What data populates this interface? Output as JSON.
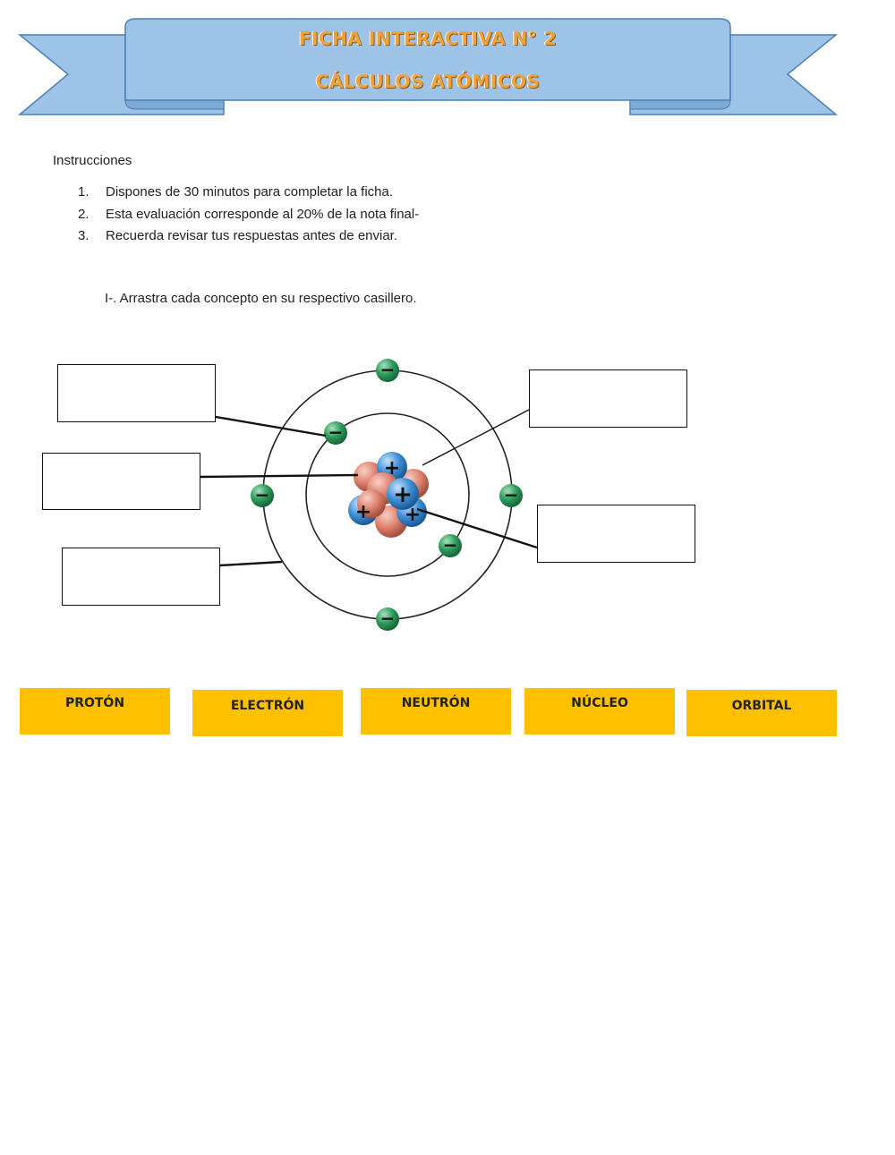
{
  "header": {
    "title_line1": "FICHA INTERACTIVA N° 2",
    "title_line2": "CÁLCULOS ATÓMICOS",
    "ribbon_color": "#9dc3e6",
    "text_color": "#f0a23a"
  },
  "instructions": {
    "title": "Instrucciones",
    "items": [
      {
        "num": "1.",
        "text": "Dispones de 30 minutos para completar la ficha."
      },
      {
        "num": "2.",
        "text": "Esta evaluación corresponde al 20% de la nota final-"
      },
      {
        "num": "3.",
        "text": "Recuerda revisar tus respuestas antes de enviar."
      }
    ]
  },
  "section": {
    "text": "I-. Arrastra cada concepto en su respectivo casillero."
  },
  "diagram": {
    "electron_symbol": "−",
    "proton_symbol": "+",
    "colors": {
      "electron": "#2e9b5a",
      "proton": "#3f8fd6",
      "neutron": "#e0826e"
    }
  },
  "drop_zones": [
    {
      "id": "top-left",
      "value": ""
    },
    {
      "id": "middle-left",
      "value": ""
    },
    {
      "id": "bottom-left",
      "value": ""
    },
    {
      "id": "top-right",
      "value": ""
    },
    {
      "id": "bottom-right",
      "value": ""
    }
  ],
  "concepts": [
    "PROTÓN",
    "ELECTRÓN",
    "NEUTRÓN",
    "NÚCLEO",
    "ORBITAL"
  ],
  "chip_color": "#ffc000"
}
